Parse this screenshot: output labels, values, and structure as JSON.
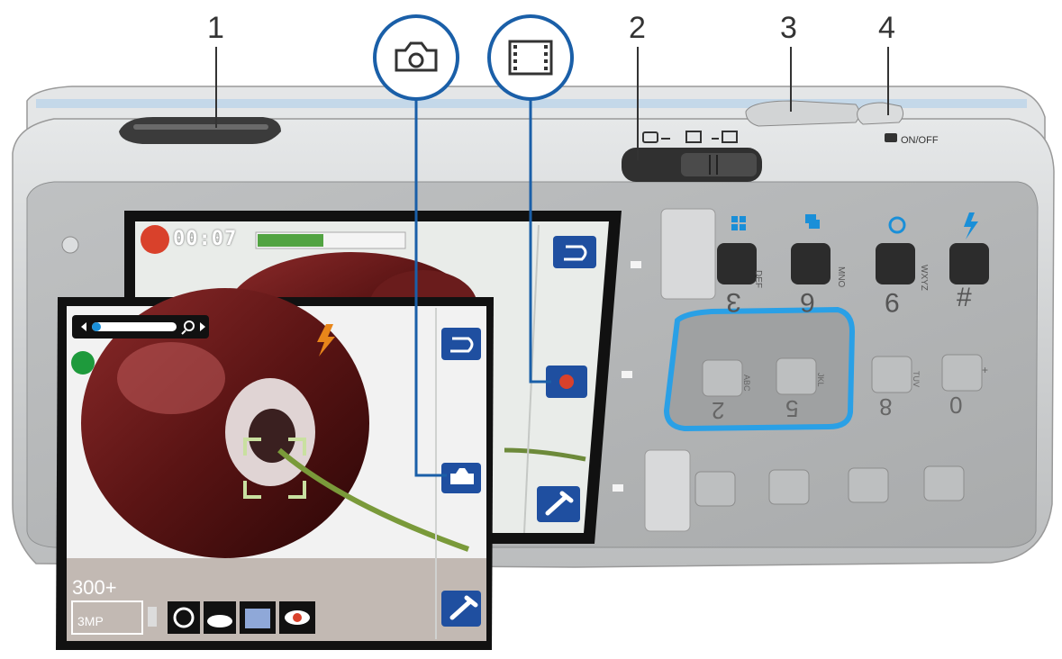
{
  "callouts": [
    {
      "number": "1",
      "part": "volume-zoom-key"
    },
    {
      "number": "2",
      "part": "mode-switch"
    },
    {
      "number": "3",
      "part": "shutter-key"
    },
    {
      "number": "4",
      "part": "camera-on-off-key"
    }
  ],
  "mode_icons": [
    "camera-icon",
    "video-icon"
  ],
  "camera_labels": {
    "on_off": "ON/OFF"
  },
  "video_screen": {
    "record_time": "00:07",
    "record_progress": 0.45
  },
  "photo_screen": {
    "shots_remaining": "300+",
    "resolution": "3MP",
    "zoom_level": 0.0
  },
  "keypad": {
    "top_row": [
      {
        "digit": "3",
        "letters": "DEF"
      },
      {
        "digit": "6",
        "letters": "MNO"
      },
      {
        "digit": "9",
        "letters": "WXYZ"
      },
      {
        "digit": "#",
        "letters": ""
      }
    ],
    "middle_row": [
      {
        "digit": "2",
        "letters": "ABC"
      },
      {
        "digit": "5",
        "letters": "JKL"
      },
      {
        "digit": "8",
        "letters": "TUV"
      },
      {
        "digit": "0",
        "letters": "+"
      }
    ]
  },
  "colors": {
    "camera_body": "#c9cbcc",
    "accent_blue": "#1a8fd8",
    "record_red": "#d9412b",
    "ready_green": "#1e9a3c",
    "flash_orange": "#e8861a"
  }
}
